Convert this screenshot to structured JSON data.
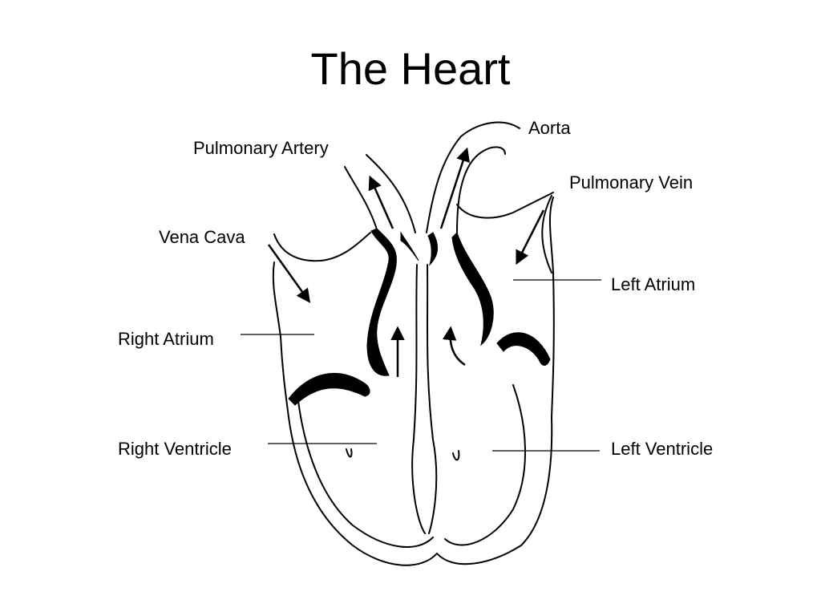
{
  "title": "The Heart",
  "labels": {
    "aorta": "Aorta",
    "pulmonary_artery": "Pulmonary Artery",
    "pulmonary_vein": "Pulmonary Vein",
    "vena_cava": "Vena Cava",
    "left_atrium": "Left Atrium",
    "right_atrium": "Right Atrium",
    "right_ventricle": "Right Ventricle",
    "left_ventricle": "Left Ventricle"
  },
  "colors": {
    "ink": "#000000",
    "background": "#ffffff"
  }
}
